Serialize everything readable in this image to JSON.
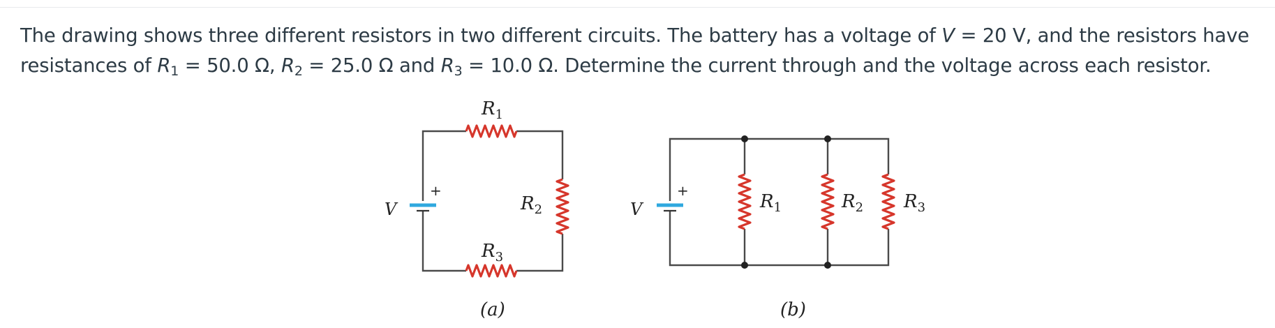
{
  "question": {
    "seg1": "The drawing shows three different resistors in two different circuits. The battery has a voltage of ",
    "v_sym": "V",
    "seg2": " = 20 V, and the resistors have resistances of ",
    "r_sym": "R",
    "r1_sub": "1",
    "seg3": " = 50.0 Ω, ",
    "r2_sub": "2",
    "seg4": " = 25.0 Ω and ",
    "r3_sub": "3",
    "seg5": " = 10.0 Ω. Determine the current through and the voltage across each resistor."
  },
  "figure": {
    "label_R": "R",
    "sub_1": "1",
    "sub_2": "2",
    "sub_3": "3",
    "label_V": "V",
    "plus": "+",
    "caption_a": "(a)",
    "caption_b": "(b)"
  },
  "colors": {
    "wire": "#4a4a4a",
    "resistor": "#d6362b",
    "battery_long": "#2fa8df",
    "battery_short": "#333333"
  }
}
